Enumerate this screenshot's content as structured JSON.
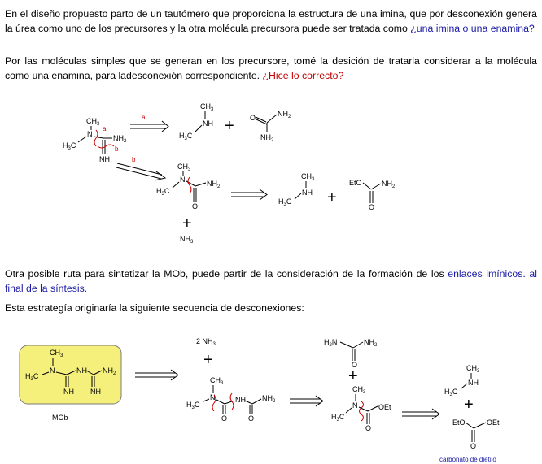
{
  "text": {
    "p1": "En el diseño propuesto parto de un tautómero que proporciona la estructura de una imina, que por desconexión genera la úrea como uno de los precursores  y la otra molécula precursora puede ser tratada como ",
    "p1_question": "¿una imina o una enamina?",
    "p2": "Por las moléculas simples que se generan en los precursore, tomé la desición de tratarla considerar a la molécula como una enamina, para ladesconexión correspondiente. ",
    "p2_question": "¿Hice lo correcto?",
    "p3": "Otra posible ruta para sintetizar la MOb, puede partir de la consideración de la formación de los ",
    "p3_link": "enlaces imínicos. al final de la síntesis.",
    "p4": "Esta estrategía originaría la siguiente secuencia de desconexiones:"
  },
  "labels": {
    "route_a": "a",
    "route_b": "b",
    "plus": "+",
    "mob": "MOb",
    "two_nh3": "2 NH",
    "carbonate": "carbonato de dietilo"
  },
  "atoms": {
    "ch3": "CH",
    "h3c": "H",
    "n": "N",
    "nh": "NH",
    "nh2": "NH",
    "o": "O",
    "eto": "EtO",
    "oet": "OEt",
    "h2n": "H",
    "sub2": "2",
    "sub3": "3"
  },
  "colors": {
    "link": "#1a1aa6",
    "question": "#c00000",
    "box_fill": "#f5f07c",
    "box_stroke": "#7a7a7a",
    "cut_mark": "#cc0000"
  }
}
